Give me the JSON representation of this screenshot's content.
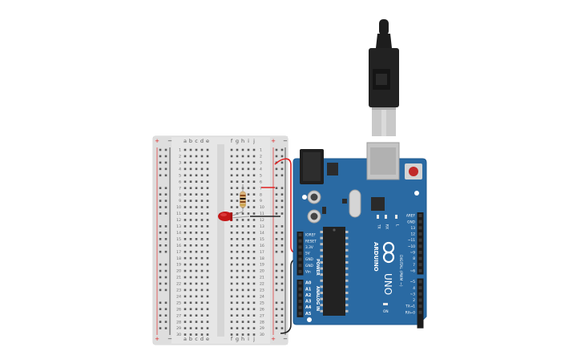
{
  "breadboard": {
    "columns_left": [
      "a",
      "b",
      "c",
      "d",
      "e"
    ],
    "columns_right": [
      "f",
      "g",
      "h",
      "i",
      "j"
    ],
    "rows": 30,
    "rail_plus": "+",
    "rail_minus": "−"
  },
  "arduino": {
    "brand": "ARDUINO",
    "model": "UNO",
    "power_label": "POWER",
    "analog_label": "ANALOG IN",
    "digital_label": "DIGITAL (PWM ~)",
    "power_pins": [
      "IOREF",
      "RESET",
      "3.3V",
      "5V",
      "GND",
      "GND",
      "Vin"
    ],
    "analog_pins": [
      "A0",
      "A1",
      "A2",
      "A3",
      "A4",
      "A5"
    ],
    "digital_pins": [
      "AREF",
      "GND",
      "13",
      "12",
      "~11",
      "~10",
      "~9",
      "8",
      "7",
      "~6",
      "~5",
      "4",
      "~3",
      "2",
      "TX→1",
      "RX←0"
    ],
    "led_labels": [
      "TX",
      "RX",
      "L"
    ],
    "on_label": "ON"
  },
  "colors": {
    "board_blue": "#2a6aa3",
    "wire_red": "#e02020",
    "wire_black": "#222222",
    "led_red": "#c41818",
    "breadboard": "#e5e5e5"
  },
  "icons": [
    "usb-cable-icon",
    "led-icon",
    "resistor-icon",
    "reset-button-icon"
  ]
}
